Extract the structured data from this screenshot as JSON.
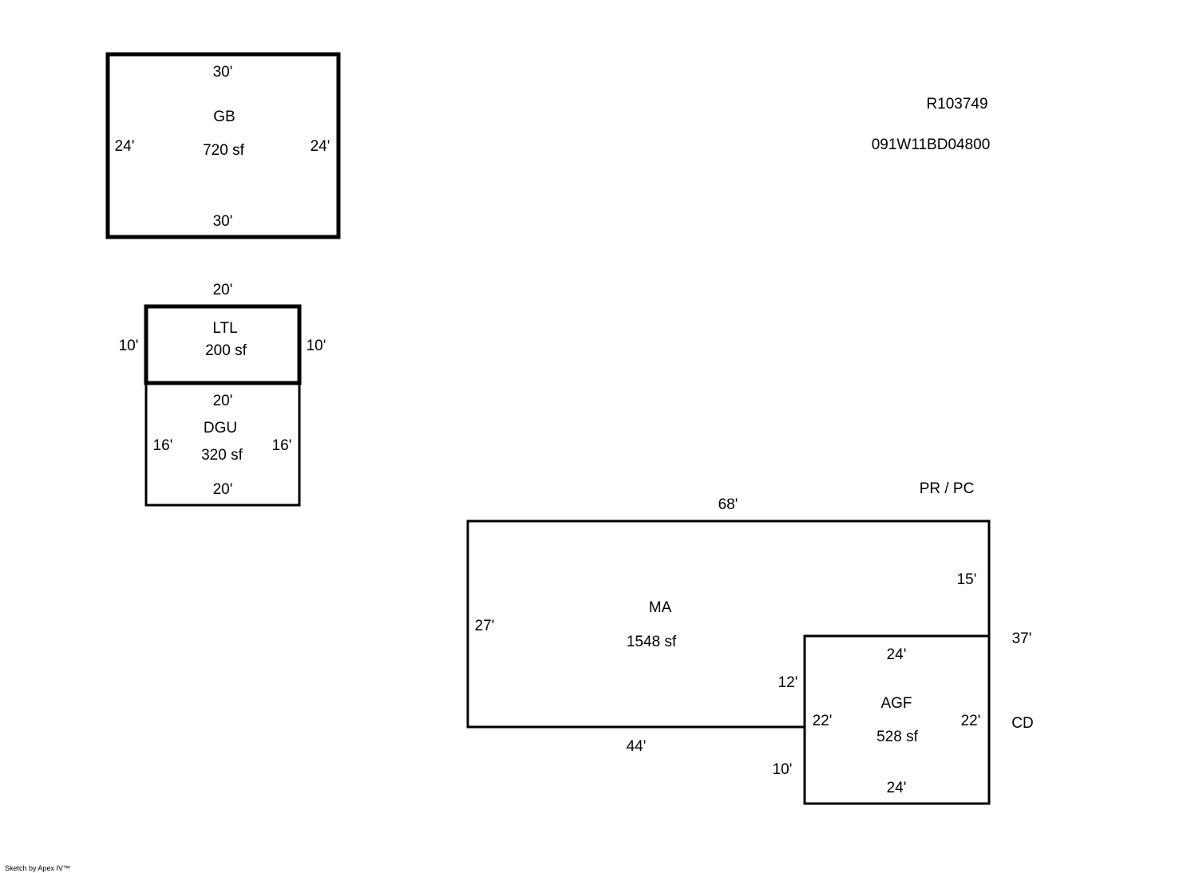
{
  "parcel": {
    "account_id": "R103749",
    "map_tax_lot": "091W11BD04800"
  },
  "areas": {
    "gb": {
      "code": "GB",
      "area": "720 sf",
      "top": "30'",
      "bottom": "30'",
      "left": "24'",
      "right": "24'"
    },
    "ltl": {
      "code": "LTL",
      "area": "200 sf",
      "top": "20'",
      "left": "10'",
      "right": "10'"
    },
    "dgu": {
      "code": "DGU",
      "area": "320 sf",
      "top": "20'",
      "bottom": "20'",
      "left": "16'",
      "right": "16'"
    },
    "ma": {
      "code": "MA",
      "area": "1548 sf",
      "top": "68'",
      "left": "27'",
      "bottom": "44'",
      "inner_vertical": "12'",
      "right_upper": "15'",
      "right_total": "37'"
    },
    "agf": {
      "code": "AGF",
      "area": "528 sf",
      "top": "24'",
      "bottom": "24'",
      "left": "22'",
      "right": "22'",
      "outer_left_lower": "10'"
    }
  },
  "annotations": {
    "pr_pc": "PR / PC",
    "cd": "CD"
  },
  "footer": {
    "credit": "Sketch by Apex IV™"
  }
}
